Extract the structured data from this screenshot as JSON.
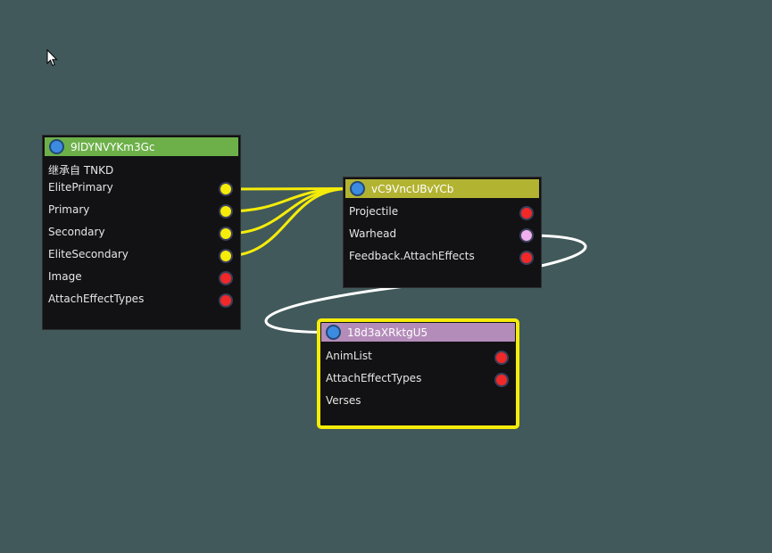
{
  "colors": {
    "background": "#41595a",
    "node_body": "#121214",
    "wire_yellow": "#f5ec0a",
    "wire_white": "#ffffff",
    "port_yellow": "#f5ec0a",
    "port_red": "#f02828",
    "port_pink": "#f0b0f0"
  },
  "nodes": [
    {
      "id": "9lDYNVYKm3Gc",
      "title": "9lDYNVYKm3Gc",
      "header_color": "#6db04a",
      "subtitle": "继承自 TNKD",
      "selected": false,
      "ports": [
        {
          "label": "ElitePrimary",
          "color": "#f5ec0a"
        },
        {
          "label": "Primary",
          "color": "#f5ec0a"
        },
        {
          "label": "Secondary",
          "color": "#f5ec0a"
        },
        {
          "label": "EliteSecondary",
          "color": "#f5ec0a"
        },
        {
          "label": "Image",
          "color": "#f02828"
        },
        {
          "label": "AttachEffectTypes",
          "color": "#f02828"
        }
      ]
    },
    {
      "id": "vC9VncUBvYCb",
      "title": "vC9VncUBvYCb",
      "header_color": "#b3b332",
      "subtitle": "",
      "selected": false,
      "ports": [
        {
          "label": "Projectile",
          "color": "#f02828"
        },
        {
          "label": "Warhead",
          "color": "#f0b0f0"
        },
        {
          "label": "Feedback.AttachEffects",
          "color": "#f02828"
        }
      ]
    },
    {
      "id": "18d3aXRktgU5",
      "title": "18d3aXRktgU5",
      "header_color": "#b48cba",
      "subtitle": "",
      "selected": true,
      "ports": [
        {
          "label": "AnimList",
          "color": "#f02828"
        },
        {
          "label": "AttachEffectTypes",
          "color": "#f02828"
        },
        {
          "label": "Verses",
          "color": ""
        }
      ]
    }
  ],
  "connections": [
    {
      "from_node": 0,
      "from_port": 0,
      "to_node": 1,
      "color": "#f5ec0a"
    },
    {
      "from_node": 0,
      "from_port": 1,
      "to_node": 1,
      "color": "#f5ec0a"
    },
    {
      "from_node": 0,
      "from_port": 2,
      "to_node": 1,
      "color": "#f5ec0a"
    },
    {
      "from_node": 0,
      "from_port": 3,
      "to_node": 1,
      "color": "#f5ec0a"
    },
    {
      "from_node": 1,
      "from_port": 1,
      "to_node": 2,
      "color": "#ffffff"
    }
  ]
}
